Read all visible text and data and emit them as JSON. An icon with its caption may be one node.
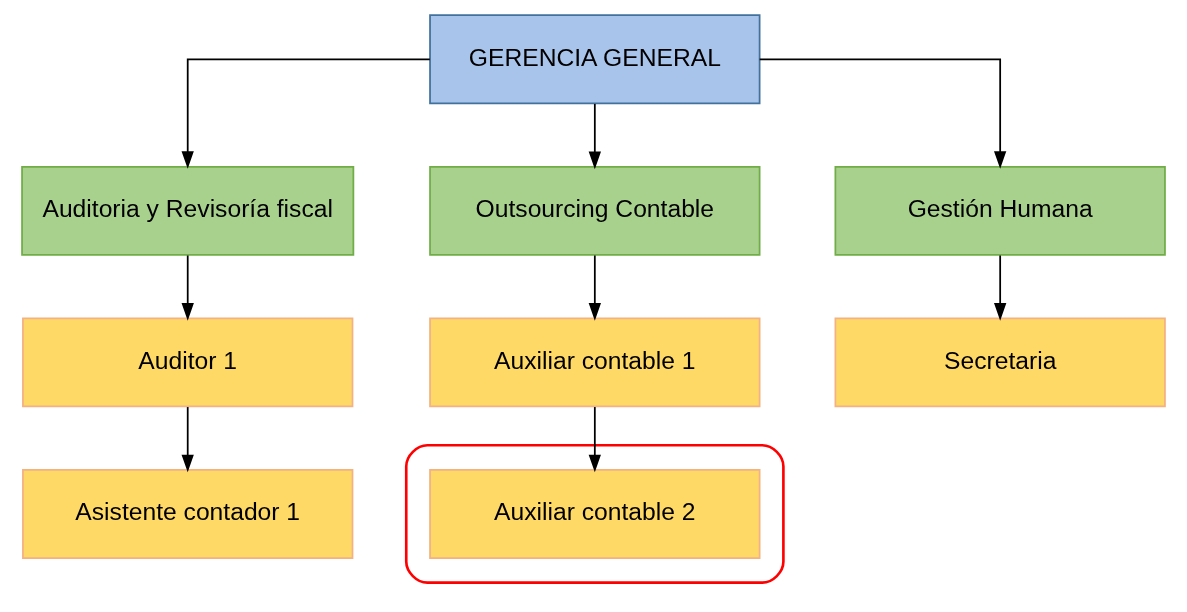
{
  "diagram": {
    "nodes": [
      {
        "text": [
          "GERENCIA GENERAL"
        ]
      },
      {
        "text": [
          "Auditoria y Revisoría fiscal"
        ]
      },
      {
        "text": [
          "Outsourcing Contable"
        ]
      },
      {
        "text": [
          "Gestión Humana"
        ]
      },
      {
        "text": [
          "Auditor 1"
        ]
      },
      {
        "text": [
          "Asistente contador 1"
        ]
      },
      {
        "text": [
          "Auxiliar contable 1"
        ]
      },
      {
        "text": [],
        "shape": "box"
      },
      {
        "text": [
          "Auxiliar contable 2"
        ],
        "in": 7
      },
      {
        "text": [
          "Secretaria"
        ]
      }
    ],
    "edges": [
      {
        "from": 0,
        "to": 1,
        "arrow": "to"
      },
      {
        "from": 0,
        "to": 2,
        "arrow": "to"
      },
      {
        "from": 0,
        "to": 3,
        "arrow": "to"
      },
      {
        "from": 1,
        "to": 4,
        "arrow": "to"
      },
      {
        "from": 4,
        "to": 5,
        "arrow": "to"
      },
      {
        "from": 2,
        "to": 6,
        "arrow": "to"
      },
      {
        "from": 6,
        "to": 8,
        "arrow": "to"
      },
      {
        "from": 3,
        "to": 9,
        "arrow": "to"
      }
    ]
  }
}
